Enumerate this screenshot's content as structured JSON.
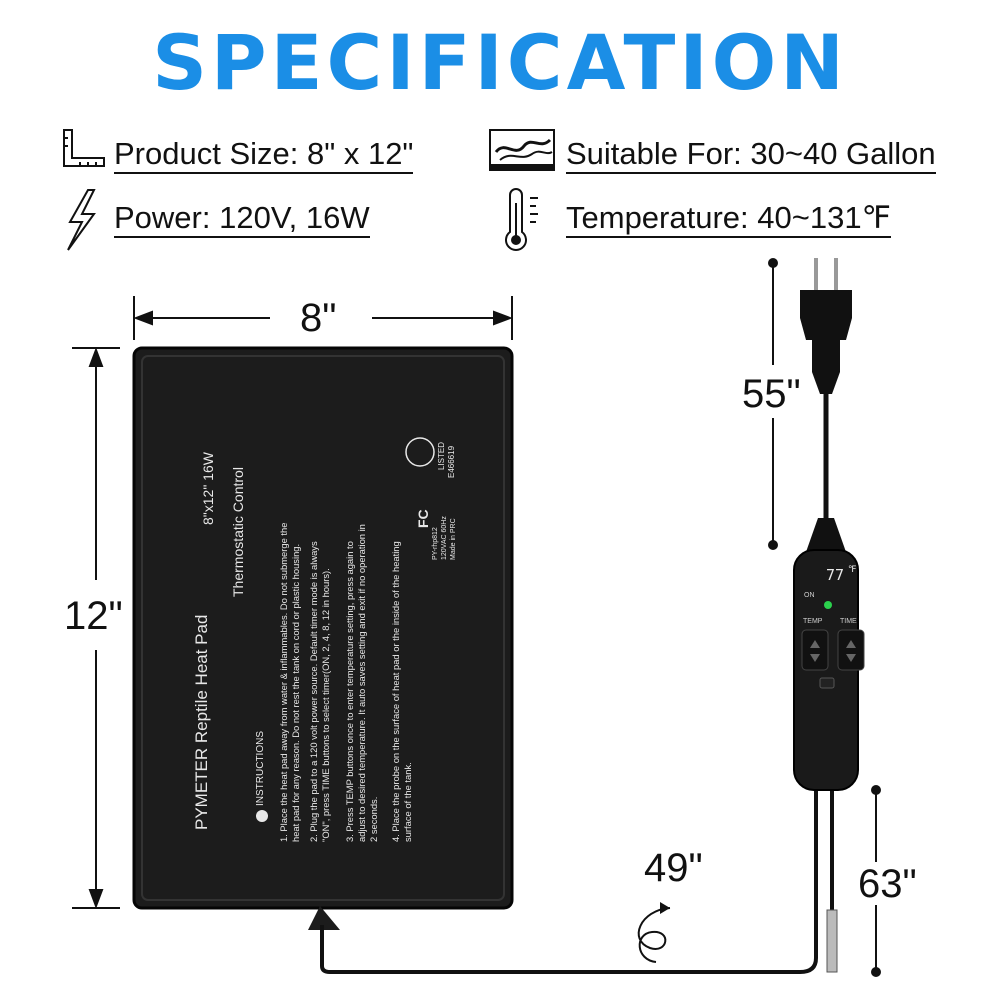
{
  "title": "SPECIFICATION",
  "specs": {
    "size": {
      "label": "Product Size: 8\" x 12\"",
      "icon": "ruler-corner-icon"
    },
    "suitable": {
      "label": "Suitable For: 30~40 Gallon",
      "icon": "reptile-icon"
    },
    "power": {
      "label": "Power: 120V, 16W",
      "icon": "lightning-bolt-icon"
    },
    "temperature": {
      "label": "Temperature: 40~131℉",
      "icon": "thermometer-icon"
    }
  },
  "dimensions": {
    "width": "8\"",
    "height": "12\"",
    "power_cord": "55\"",
    "pad_cord": "49\"",
    "probe_cord": "63\""
  },
  "pad": {
    "brand_title": "PYMETER Reptile Heat Pad",
    "size_power": "8\"x12\" 16W",
    "subtitle": "Thermostatic Control",
    "instructions_heading": "INSTRUCTIONS",
    "instructions": [
      "1. Place the heat pad away from water & inflammables. Do not submerge the",
      "heat pad for any reason. Do not rest the tank on cord or plastic housing.",
      "2. Plug the pad to a 120 volt power source. Default timer mode is always",
      "\"ON\", press TIME buttons to select timer(ON,  2,  4,  8,  12 in hours).",
      "3. Press TEMP buttons once to enter temperature setting, press again to",
      "adjust to desired temperature. It auto saves setting and exit if no operation in",
      "2 seconds.",
      "4. Place the probe on the surface of heat pad or the inside of the heating",
      "surface of the tank."
    ],
    "cert_listed": "LISTED",
    "cert_number": "E466619",
    "model_lines": [
      "PY-rhp812",
      "120VAC 60Hz",
      "Made in PRC"
    ]
  },
  "controller": {
    "display": "77",
    "unit": "℉",
    "on_label": "ON",
    "temp_label": "TEMP",
    "time_label": "TIME"
  },
  "colors": {
    "accent": "#1b8ee6",
    "pad": "#1a1a1a",
    "text": "#111111"
  }
}
